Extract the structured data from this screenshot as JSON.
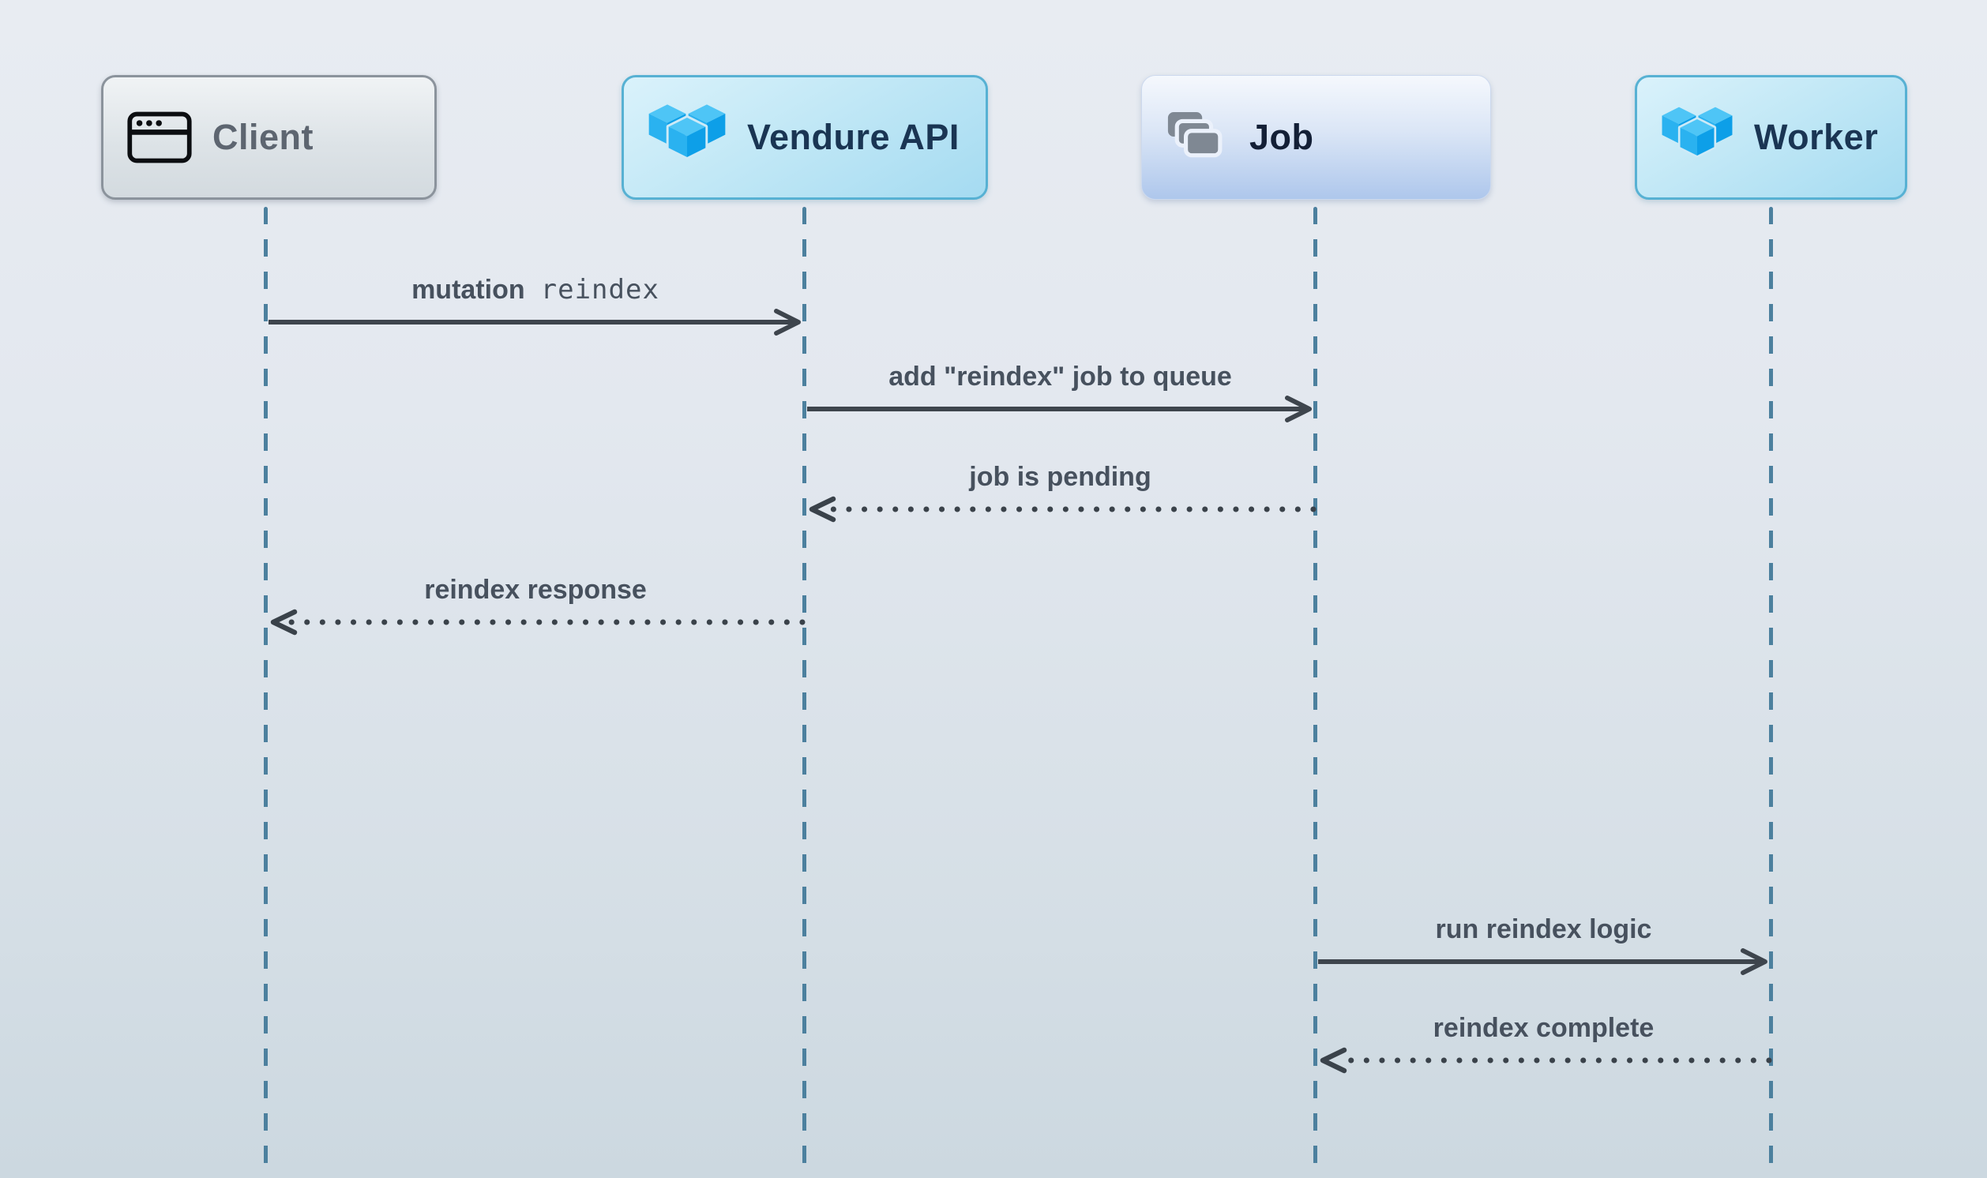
{
  "diagram": {
    "type": "sequence-diagram",
    "actors": [
      {
        "id": "client",
        "label": "Client",
        "icon": "browser-window-icon",
        "style": "gray"
      },
      {
        "id": "vendure-api",
        "label": "Vendure API",
        "icon": "vendure-logo-icon",
        "style": "blue"
      },
      {
        "id": "job",
        "label": "Job",
        "icon": "stacked-cards-icon",
        "style": "job"
      },
      {
        "id": "worker",
        "label": "Worker",
        "icon": "vendure-logo-icon",
        "style": "blue"
      }
    ],
    "messages": [
      {
        "text": "mutation",
        "code": "reindex",
        "from": "Client",
        "to": "Vendure API",
        "line": "solid",
        "direction": "right"
      },
      {
        "text": "add \"reindex\" job to queue",
        "from": "Vendure API",
        "to": "Job",
        "line": "solid",
        "direction": "right"
      },
      {
        "text": "job is pending",
        "from": "Job",
        "to": "Vendure API",
        "line": "dotted",
        "direction": "left"
      },
      {
        "text": "reindex response",
        "from": "Vendure API",
        "to": "Client",
        "line": "dotted",
        "direction": "left"
      },
      {
        "text": "run reindex logic",
        "from": "Job",
        "to": "Worker",
        "line": "solid",
        "direction": "right"
      },
      {
        "text": "reindex complete",
        "from": "Worker",
        "to": "Job",
        "line": "dotted",
        "direction": "left"
      }
    ],
    "colors": {
      "background_top": "#e8ecf2",
      "background_bottom": "#ccd8e0",
      "lifeline": "#4c809e",
      "arrow": "#3e454d",
      "message_text": "#47515e",
      "vendure_blue_light": "#4ec5f6",
      "vendure_blue_mid": "#2ab2f0",
      "vendure_blue_dark": "#0d9fe8",
      "actor_blue_border": "#57b1d3",
      "actor_gray_border": "#8b939c",
      "client_label": "#5d6570",
      "api_label": "#1a3553",
      "job_label": "#131f36",
      "job_icon_gray": "#7f8893"
    }
  }
}
